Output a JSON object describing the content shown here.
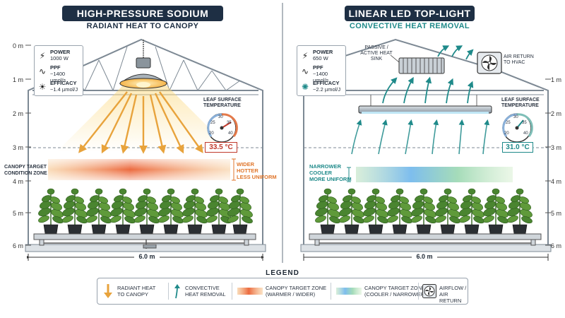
{
  "left_panel": {
    "title": "HIGH-PRESSURE SODIUM (HPS)",
    "subtitle": "RADIANT HEAT TO CANOPY",
    "specs": [
      {
        "icon": "lightning-icon",
        "key": "POWER",
        "value": "1000 W"
      },
      {
        "icon": "wave-icon",
        "key": "PPF",
        "value": "~1400 µmol/s"
      },
      {
        "icon": "bulb-icon",
        "key": "EFFICACY",
        "value": "~1.4 µmol/J"
      }
    ],
    "gauge_title": "LEAF SURFACE TEMPERATURE",
    "gauge_ticks": [
      "25",
      "30",
      "35",
      "40",
      "20"
    ],
    "gauge_reading": "33.5 °C",
    "zone_label": "CANOPY TARGET CONDITION ZONE",
    "zone_notes": [
      "WIDER",
      "HOTTER",
      "LESS UNIFORM"
    ],
    "y_labels": [
      "0 m",
      "1 m",
      "2 m",
      "3 m",
      "4 m",
      "5 m",
      "6 m"
    ],
    "width_label": "6.0 m"
  },
  "right_panel": {
    "title": "LINEAR LED TOP-LIGHT",
    "subtitle": "CONVECTIVE HEAT REMOVAL",
    "specs": [
      {
        "icon": "lightning-icon",
        "key": "POWER",
        "value": "650 W"
      },
      {
        "icon": "wave-icon",
        "key": "PPF",
        "value": "~1400 µmol/s"
      },
      {
        "icon": "led-icon",
        "key": "EFFICACY",
        "value": "~2.2 µmol/J"
      }
    ],
    "heatsink_label": "PASSIVE / ACTIVE HEAT SINK",
    "air_return_label": "AIR RETURN TO HVAC",
    "gauge_title": "LEAF SURFACE TEMPERATURE",
    "gauge_ticks": [
      "25",
      "30",
      "35",
      "40",
      "20"
    ],
    "gauge_reading": "31.0 °C",
    "zone_notes": [
      "NARROWER",
      "COOLER",
      "MORE UNIFORM"
    ],
    "y_labels": [
      "1 m",
      "2 m",
      "3 m",
      "4 m",
      "5 m",
      "6 m"
    ],
    "width_label": "6.0 m"
  },
  "legend": {
    "title": "LEGEND",
    "items": [
      {
        "icon": "radiant-arrow-icon",
        "label": "RADIANT HEAT TO CANOPY"
      },
      {
        "icon": "convective-arrow-icon",
        "label": "CONVECTIVE HEAT REMOVAL"
      },
      {
        "icon": "warm-zone-swatch",
        "label": "CANOPY TARGET ZONE (WARMER / WIDER)"
      },
      {
        "icon": "cool-zone-swatch",
        "label": "CANOPY TARGET ZONE (COOLER / NARROWER)"
      },
      {
        "icon": "fan-icon",
        "label": "AIRFLOW / AIR RETURN"
      }
    ]
  },
  "colors": {
    "title_bg": "#1e2f44",
    "hps_accent": "#e8a33c",
    "hps_reading": "#c0392b",
    "led_accent": "#1f8a8a",
    "warm_zone": "#e8592c",
    "cool_zone": "#5aa9e6",
    "orange_text": "#e0762b",
    "teal_text": "#1f8a8a"
  }
}
